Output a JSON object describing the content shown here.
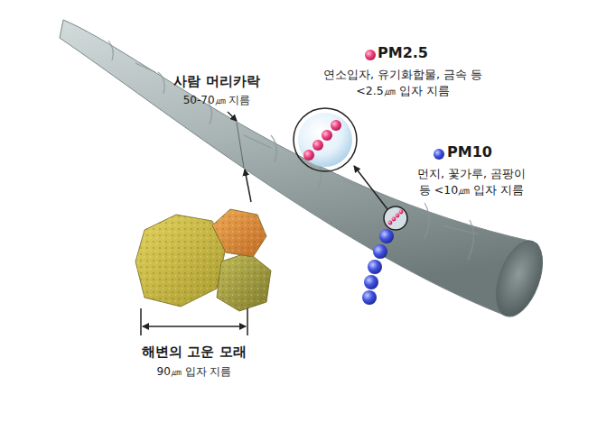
{
  "diagram": {
    "labels": [
      "사람 머리카락",
      "50-70㎛ 지름",
      "PM2.5",
      "연소입자, 유기화합물, 금속 등 <2.5㎛ 입자 지름",
      "PM10",
      "먼지, 꽃가루, 곰팡이 등 <10㎛ 입자 지름",
      "해변의 고운 모래",
      "90㎛ 입자 지름"
    ]
  }
}
